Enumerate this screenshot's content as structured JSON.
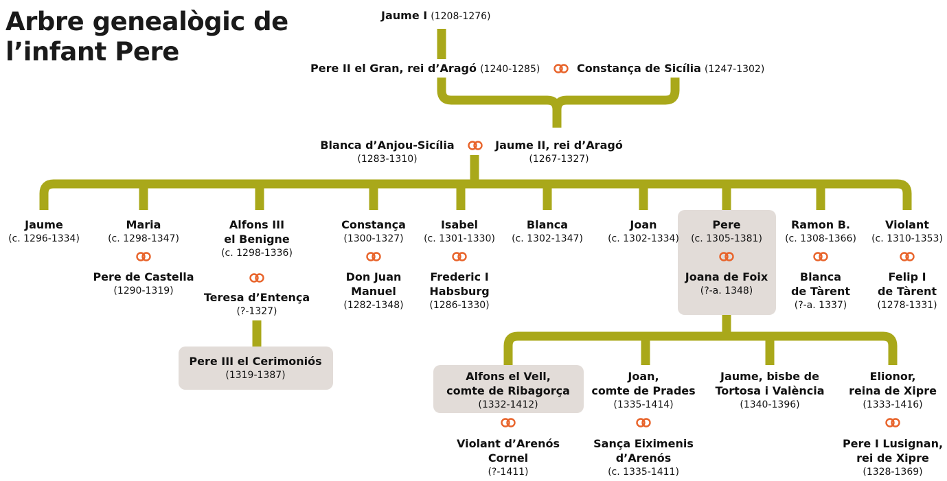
{
  "title_line1": "Arbre genealògic de",
  "title_line2": "l’infant Pere",
  "colors": {
    "line": "#a9a81a",
    "ring": "#e8632a",
    "highlight_box": "#e2dcd8",
    "text": "#111111"
  },
  "root": {
    "name": "Jaume I",
    "dates": "(1208-1276)"
  },
  "gen1": {
    "a": {
      "name": "Pere II el Gran, rei d’Aragó",
      "dates": "(1240-1285)"
    },
    "b": {
      "name": "Constança de Sicília",
      "dates": "(1247-1302)"
    }
  },
  "gen2": {
    "a": {
      "name": "Blanca d’Anjou-Sicília",
      "dates": "(1283-1310)"
    },
    "b": {
      "name": "Jaume II, rei d’Aragó",
      "dates": "(1267-1327)"
    }
  },
  "children": [
    {
      "name": "Jaume",
      "dates": "(c. 1296-1334)"
    },
    {
      "name": "Maria",
      "dates": "(c. 1298-1347)",
      "spouse": "Pere de Castella",
      "spouse_dates": "(1290-1319)"
    },
    {
      "name_lines": [
        "Alfons III",
        "el Benigne"
      ],
      "dates": "(c. 1298-1336)",
      "spouse": "Teresa d’Entença",
      "spouse_dates": "(?-1327)"
    },
    {
      "name": "Constança",
      "dates": "(1300-1327)",
      "spouse_lines": [
        "Don Juan",
        "Manuel"
      ],
      "spouse_dates": "(1282-1348)"
    },
    {
      "name": "Isabel",
      "dates": "(c. 1301-1330)",
      "spouse_lines": [
        "Frederic I",
        "Habsburg"
      ],
      "spouse_dates": "(1286-1330)"
    },
    {
      "name": "Blanca",
      "dates": "(c. 1302-1347)"
    },
    {
      "name": "Joan",
      "dates": "(c. 1302-1334)"
    },
    {
      "name": "Pere",
      "dates": "(c. 1305-1381)",
      "spouse": "Joana de Foix",
      "spouse_dates": "(?-a. 1348)"
    },
    {
      "name": "Ramon B.",
      "dates": "(c. 1308-1366)",
      "spouse_lines": [
        "Blanca",
        "de Tàrent"
      ],
      "spouse_dates": "(?-a. 1337)"
    },
    {
      "name": "Violant",
      "dates": "(c. 1310-1353)",
      "spouse_lines": [
        "Felip I",
        "de Tàrent"
      ],
      "spouse_dates": "(1278-1331)"
    }
  ],
  "alfons_child": {
    "name": "Pere III el Cerimoniós",
    "dates": "(1319-1387)"
  },
  "pere_children": [
    {
      "name_lines": [
        "Alfons el Vell,",
        "comte de Ribagorça"
      ],
      "dates": "(1332-1412)",
      "spouse_lines": [
        "Violant d’Arenós",
        "Cornel"
      ],
      "spouse_dates": "(?-1411)"
    },
    {
      "name_lines": [
        "Joan,",
        "comte de Prades"
      ],
      "dates": "(1335-1414)",
      "spouse_lines": [
        "Sança Eiximenis",
        "d’Arenós"
      ],
      "spouse_dates": "(c. 1335-1411)"
    },
    {
      "name_lines": [
        "Jaume, bisbe de",
        "Tortosa i València"
      ],
      "dates": "(1340-1396)"
    },
    {
      "name_lines": [
        "Elionor,",
        "reina de Xipre"
      ],
      "dates": "(1333-1416)",
      "spouse_lines": [
        "Pere I Lusignan,",
        "rei de Xipre"
      ],
      "spouse_dates": "(1328-1369)"
    }
  ]
}
